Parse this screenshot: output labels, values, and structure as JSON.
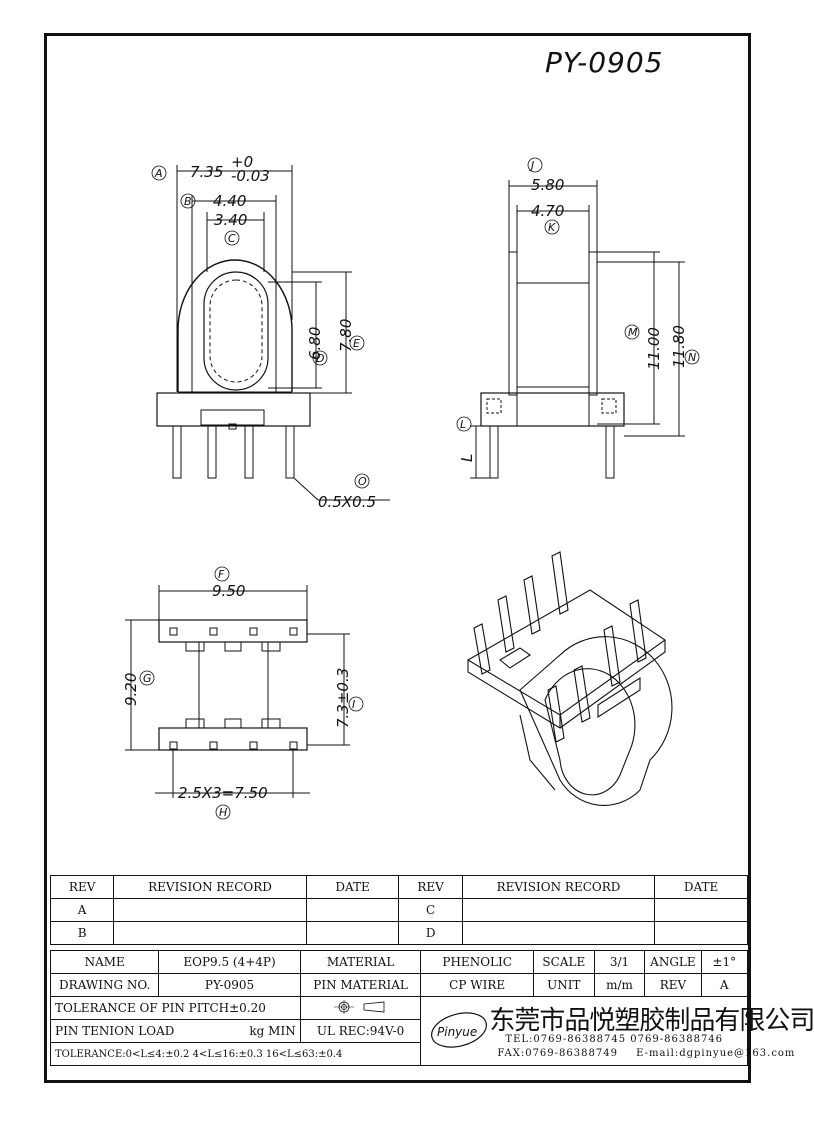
{
  "title": "PY-0905",
  "dimensions": {
    "A_label": "A",
    "A_value": "7.35",
    "A_tol_upper": "+0",
    "A_tol_lower": "-0.03",
    "B_label": "B",
    "B_value": "4.40",
    "C_label": "C",
    "C_value": "3.40",
    "D_label": "D",
    "D_value": "6.80",
    "E_label": "E",
    "E_value": "7.80",
    "J_label": "J",
    "J_value": "5.80",
    "K_label": "K",
    "K_value": "4.70",
    "M_label": "M",
    "M_value": "11.00",
    "N_label": "N",
    "N_value": "11.80",
    "L_label_top": "L",
    "L_label_bottom": "L",
    "O_label": "O",
    "O_value": "0.5X0.5",
    "F_label": "F",
    "F_value": "9.50",
    "G_label": "G",
    "G_value": "9.20",
    "I_label": "I",
    "I_value": "7.3±0.3",
    "H_label": "H",
    "H_value": "2.5X3=7.50"
  },
  "revision_table": {
    "headers": [
      "REV",
      "REVISION RECORD",
      "DATE",
      "REV",
      "REVISION RECORD",
      "DATE"
    ],
    "rows": [
      [
        "A",
        "",
        "",
        "C",
        "",
        ""
      ],
      [
        "B",
        "",
        "",
        "D",
        "",
        ""
      ]
    ]
  },
  "info_table": {
    "name_label": "NAME",
    "name_value": "EOP9.5 (4+4P)",
    "material_label": "MATERIAL",
    "material_value": "PHENOLIC",
    "scale_label": "SCALE",
    "scale_value": "3/1",
    "angle_label": "ANGLE",
    "angle_value": "±1°",
    "drawing_no_label": "DRAWING NO.",
    "drawing_no_value": "PY-0905",
    "pin_material_label": "PIN MATERIAL",
    "pin_material_value": "CP WIRE",
    "unit_label": "UNIT",
    "unit_value": "m/m",
    "rev_label": "REV",
    "rev_value": "A",
    "pin_pitch_tol": "TOLERANCE OF PIN PITCH±0.20",
    "pin_tension_label": "PIN TENION LOAD",
    "pin_tension_unit": "kg MIN",
    "ul_rec": "UL REC:94V-0",
    "tolerance_line": "TOLERANCE:0<L≤4:±0.2  4<L≤16:±0.3  16<L≤63:±0.4"
  },
  "company": {
    "logo_text": "Pinyue",
    "name_cn": "东莞市品悦塑胶制品有限公司",
    "tel": "TEL:0769-86388745   0769-86388746",
    "fax": "FAX:0769-86388749",
    "email": "E-mail:dgpinyue@163.com"
  }
}
